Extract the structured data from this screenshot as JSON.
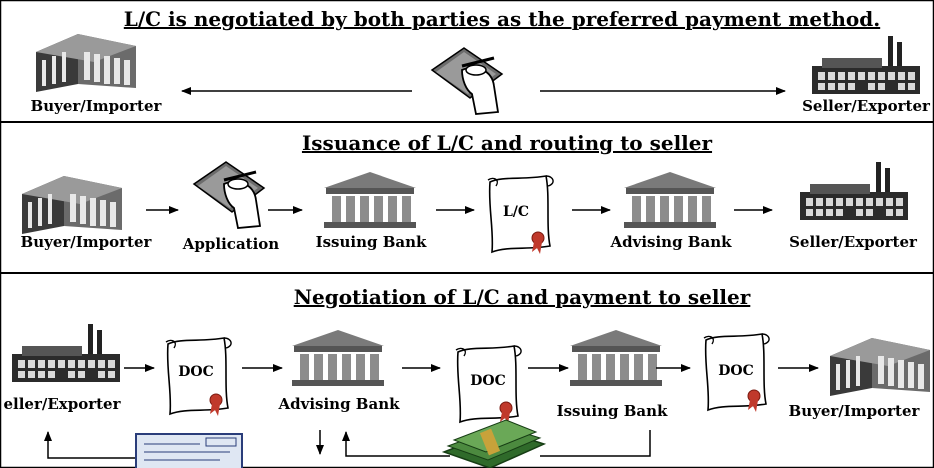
{
  "panels": [
    {
      "heading": "L/C is negotiated by both parties as the preferred payment method."
    },
    {
      "heading": "Issuance of L/C and routing to seller"
    },
    {
      "heading": "Negotiation of L/C and payment to seller"
    }
  ],
  "row1": {
    "buyer": "Buyer/Importer",
    "seller": "Seller/Exporter"
  },
  "row2": {
    "buyer": "Buyer/Importer",
    "application": "Application",
    "issuing_bank": "Issuing Bank",
    "lc_doc": "L/C",
    "advising_bank": "Advising Bank",
    "seller": "Seller/Exporter"
  },
  "row3": {
    "seller": "eller/Exporter",
    "advising_bank": "Advising Bank",
    "issuing_bank": "Issuing Bank",
    "buyer": "Buyer/Importer",
    "doc1": "DOC",
    "doc2": "DOC",
    "doc3": "DOC"
  },
  "icons": [
    "office-building-icon",
    "factory-icon",
    "hand-signing-icon",
    "bank-icon",
    "scroll-icon",
    "cheque-icon",
    "cash-stack-icon"
  ]
}
